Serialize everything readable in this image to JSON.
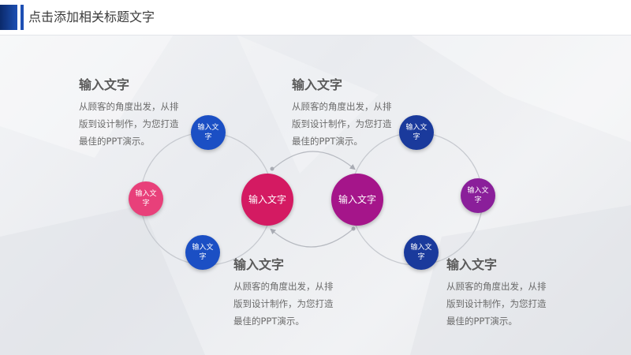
{
  "header": {
    "title": "点击添加相关标题文字"
  },
  "colors": {
    "blue": "#1b4fc4",
    "dark_blue": "#1a3a9c",
    "pink": "#e8407a",
    "crimson": "#d41a62",
    "magenta": "#a5158a",
    "purple": "#8a1f9a",
    "accent_header": "#1d4fb3"
  },
  "hubs": [
    {
      "label": "输入文字",
      "color": "#d41a62"
    },
    {
      "label": "输入文字",
      "color": "#a5158a"
    }
  ],
  "nodes": [
    {
      "label": "输入文字",
      "color": "#1b4fc4"
    },
    {
      "label": "输入文字",
      "color": "#e8407a"
    },
    {
      "label": "输入文字",
      "color": "#1b4fc4"
    },
    {
      "label": "输入文字",
      "color": "#1a3a9c"
    },
    {
      "label": "输入文字",
      "color": "#8a1f9a"
    },
    {
      "label": "输入文字",
      "color": "#1a3a9c"
    }
  ],
  "blocks": [
    {
      "title": "输入文字",
      "body": "从顾客的角度出发，从排版到设计制作，为您打造最佳的PPT演示。"
    },
    {
      "title": "输入文字",
      "body": "从顾客的角度出发，从排版到设计制作，为您打造最佳的PPT演示。"
    },
    {
      "title": "输入文字",
      "body": "从顾客的角度出发，从排版到设计制作，为您打造最佳的PPT演示。"
    },
    {
      "title": "输入文字",
      "body": "从顾客的角度出发，从排版到设计制作，为您打造最佳的PPT演示。"
    }
  ]
}
